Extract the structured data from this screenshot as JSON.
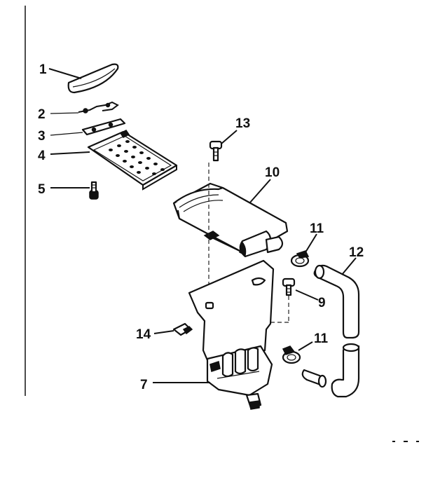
{
  "labels": {
    "p1": "1",
    "p2": "2",
    "p3": "3",
    "p4": "4",
    "p5": "5",
    "p13": "13",
    "p10": "10",
    "p11a": "11",
    "p12": "12",
    "p9": "9",
    "p14": "14",
    "p11b": "11",
    "p7": "7"
  },
  "ink_color": "#111111",
  "background_color": "#ffffff"
}
